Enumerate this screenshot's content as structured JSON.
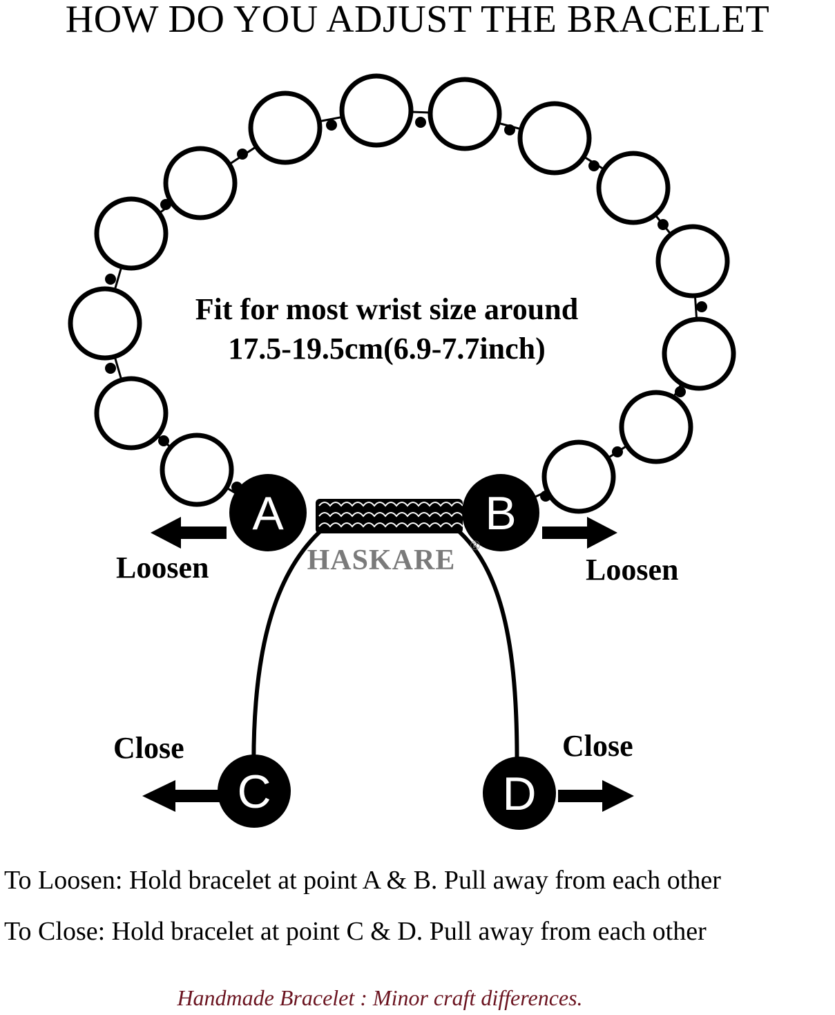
{
  "title": "HOW DO YOU ADJUST THE BRACELET",
  "fit_text": {
    "line1": "Fit for most wrist size around",
    "line2": "17.5-19.5cm(6.9-7.7inch)"
  },
  "points": {
    "a": "A",
    "b": "B",
    "c": "C",
    "d": "D"
  },
  "labels": {
    "loosen_left": "Loosen",
    "loosen_right": "Loosen",
    "close_left": "Close",
    "close_right": "Close"
  },
  "brand": {
    "name": "HASKARE",
    "mark": "®",
    "color": "#7a7a7a"
  },
  "instructions": {
    "loosen": "To Loosen: Hold bracelet at point A & B. Pull away from each other",
    "close": "To Close: Hold bracelet at point C & D. Pull away from each other"
  },
  "note": "Handmade Bracelet : Minor craft differences.",
  "colors": {
    "ink": "#000000",
    "note": "#6b1420",
    "background": "#ffffff"
  }
}
